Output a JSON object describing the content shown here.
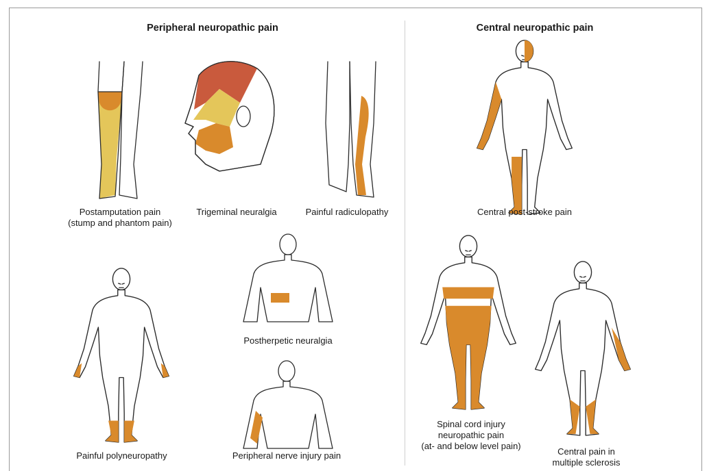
{
  "headings": {
    "peripheral": "Peripheral neuropathic pain",
    "central": "Central neuropathic pain"
  },
  "captions": {
    "postamputation": [
      "Postamputation pain",
      "(stump and phantom pain)"
    ],
    "trigeminal": "Trigeminal neuralgia",
    "radiculopathy": "Painful radiculopathy",
    "post_stroke": "Central post-stroke pain",
    "postherpetic": "Postherpetic neuralgia",
    "polyneuropathy": "Painful polyneuropathy",
    "nerve_injury": "Peripheral nerve injury pain",
    "spinal_cord": [
      "Spinal cord injury",
      "neuropathic pain",
      "(at- and below level pain)"
    ],
    "ms": [
      "Central pain in",
      "multiple sclerosis"
    ]
  },
  "colors": {
    "orange": "#d98a2c",
    "yellow": "#e4c65a",
    "red": "#c95a3d",
    "outline": "#2b2b2b"
  }
}
